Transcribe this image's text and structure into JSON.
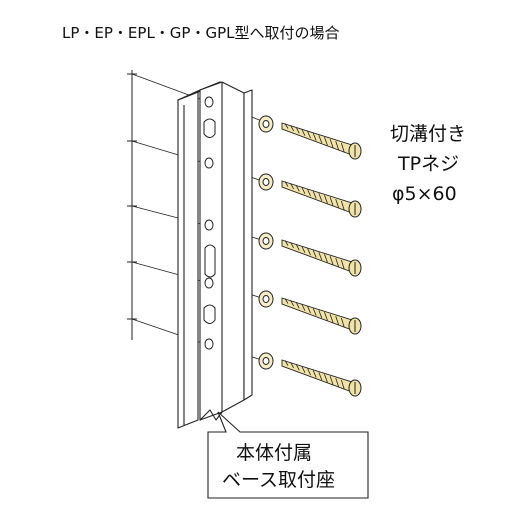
{
  "title": "LP・EP・EPL・GP・GPL型へ取付の場合",
  "screw_label": {
    "line1": "切溝付き",
    "line2": "TPネジ",
    "line3": "φ5×60"
  },
  "base_label": {
    "line1": "本体付属",
    "line2": "ベース取付座"
  },
  "colors": {
    "line": "#222222",
    "screw_fill": "#f1e3a8",
    "washer_fill": "#f6ecc6",
    "bracket_fill": "#ffffff"
  }
}
